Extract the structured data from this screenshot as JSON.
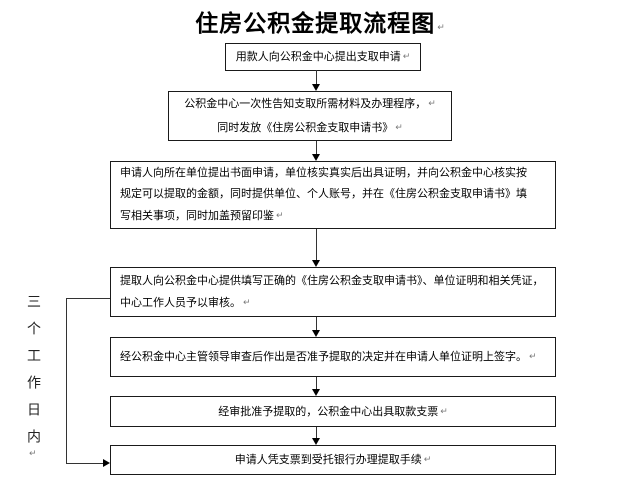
{
  "title": {
    "text": "住房公积金提取流程图"
  },
  "glyphs": {
    "return_mark": "↵"
  },
  "side_label": {
    "text": "三个工作日内"
  },
  "boxes": [
    {
      "lines": [
        "用款人向公积金中心提出支取申请"
      ]
    },
    {
      "lines": [
        "公积金中心一次性告知支取所需材料及办理程序，",
        "同时发放《住房公积金支取申请书》"
      ]
    },
    {
      "lines": [
        "申请人向所在单位提出书面申请，单位核实真实后出具证明，并向公积金中心核实按",
        "规定可以提取的金额，同时提供单位、个人账号，并在《住房公积金支取申请书》填",
        "写相关事项，同时加盖预留印鉴"
      ]
    },
    {
      "lines": [
        "提取人向公积金中心提供填写正确的《住房公积金支取申请书》、单位证明和相关凭证，",
        "中心工作人员予以审核。"
      ]
    },
    {
      "lines": [
        "经公积金中心主管领导审查后作出是否准予提取的决定并在申请人单位证明上签字。"
      ]
    },
    {
      "lines": [
        "经审批准予提取的，公积金中心出具取款支票"
      ]
    },
    {
      "lines": [
        "申请人凭支票到受托银行办理提取手续"
      ]
    }
  ],
  "colors": {
    "background": "#ffffff",
    "box_border": "#1a1a1a",
    "connector_line": "#333333",
    "text": "#000000",
    "return_mark": "#7a7a7a"
  }
}
